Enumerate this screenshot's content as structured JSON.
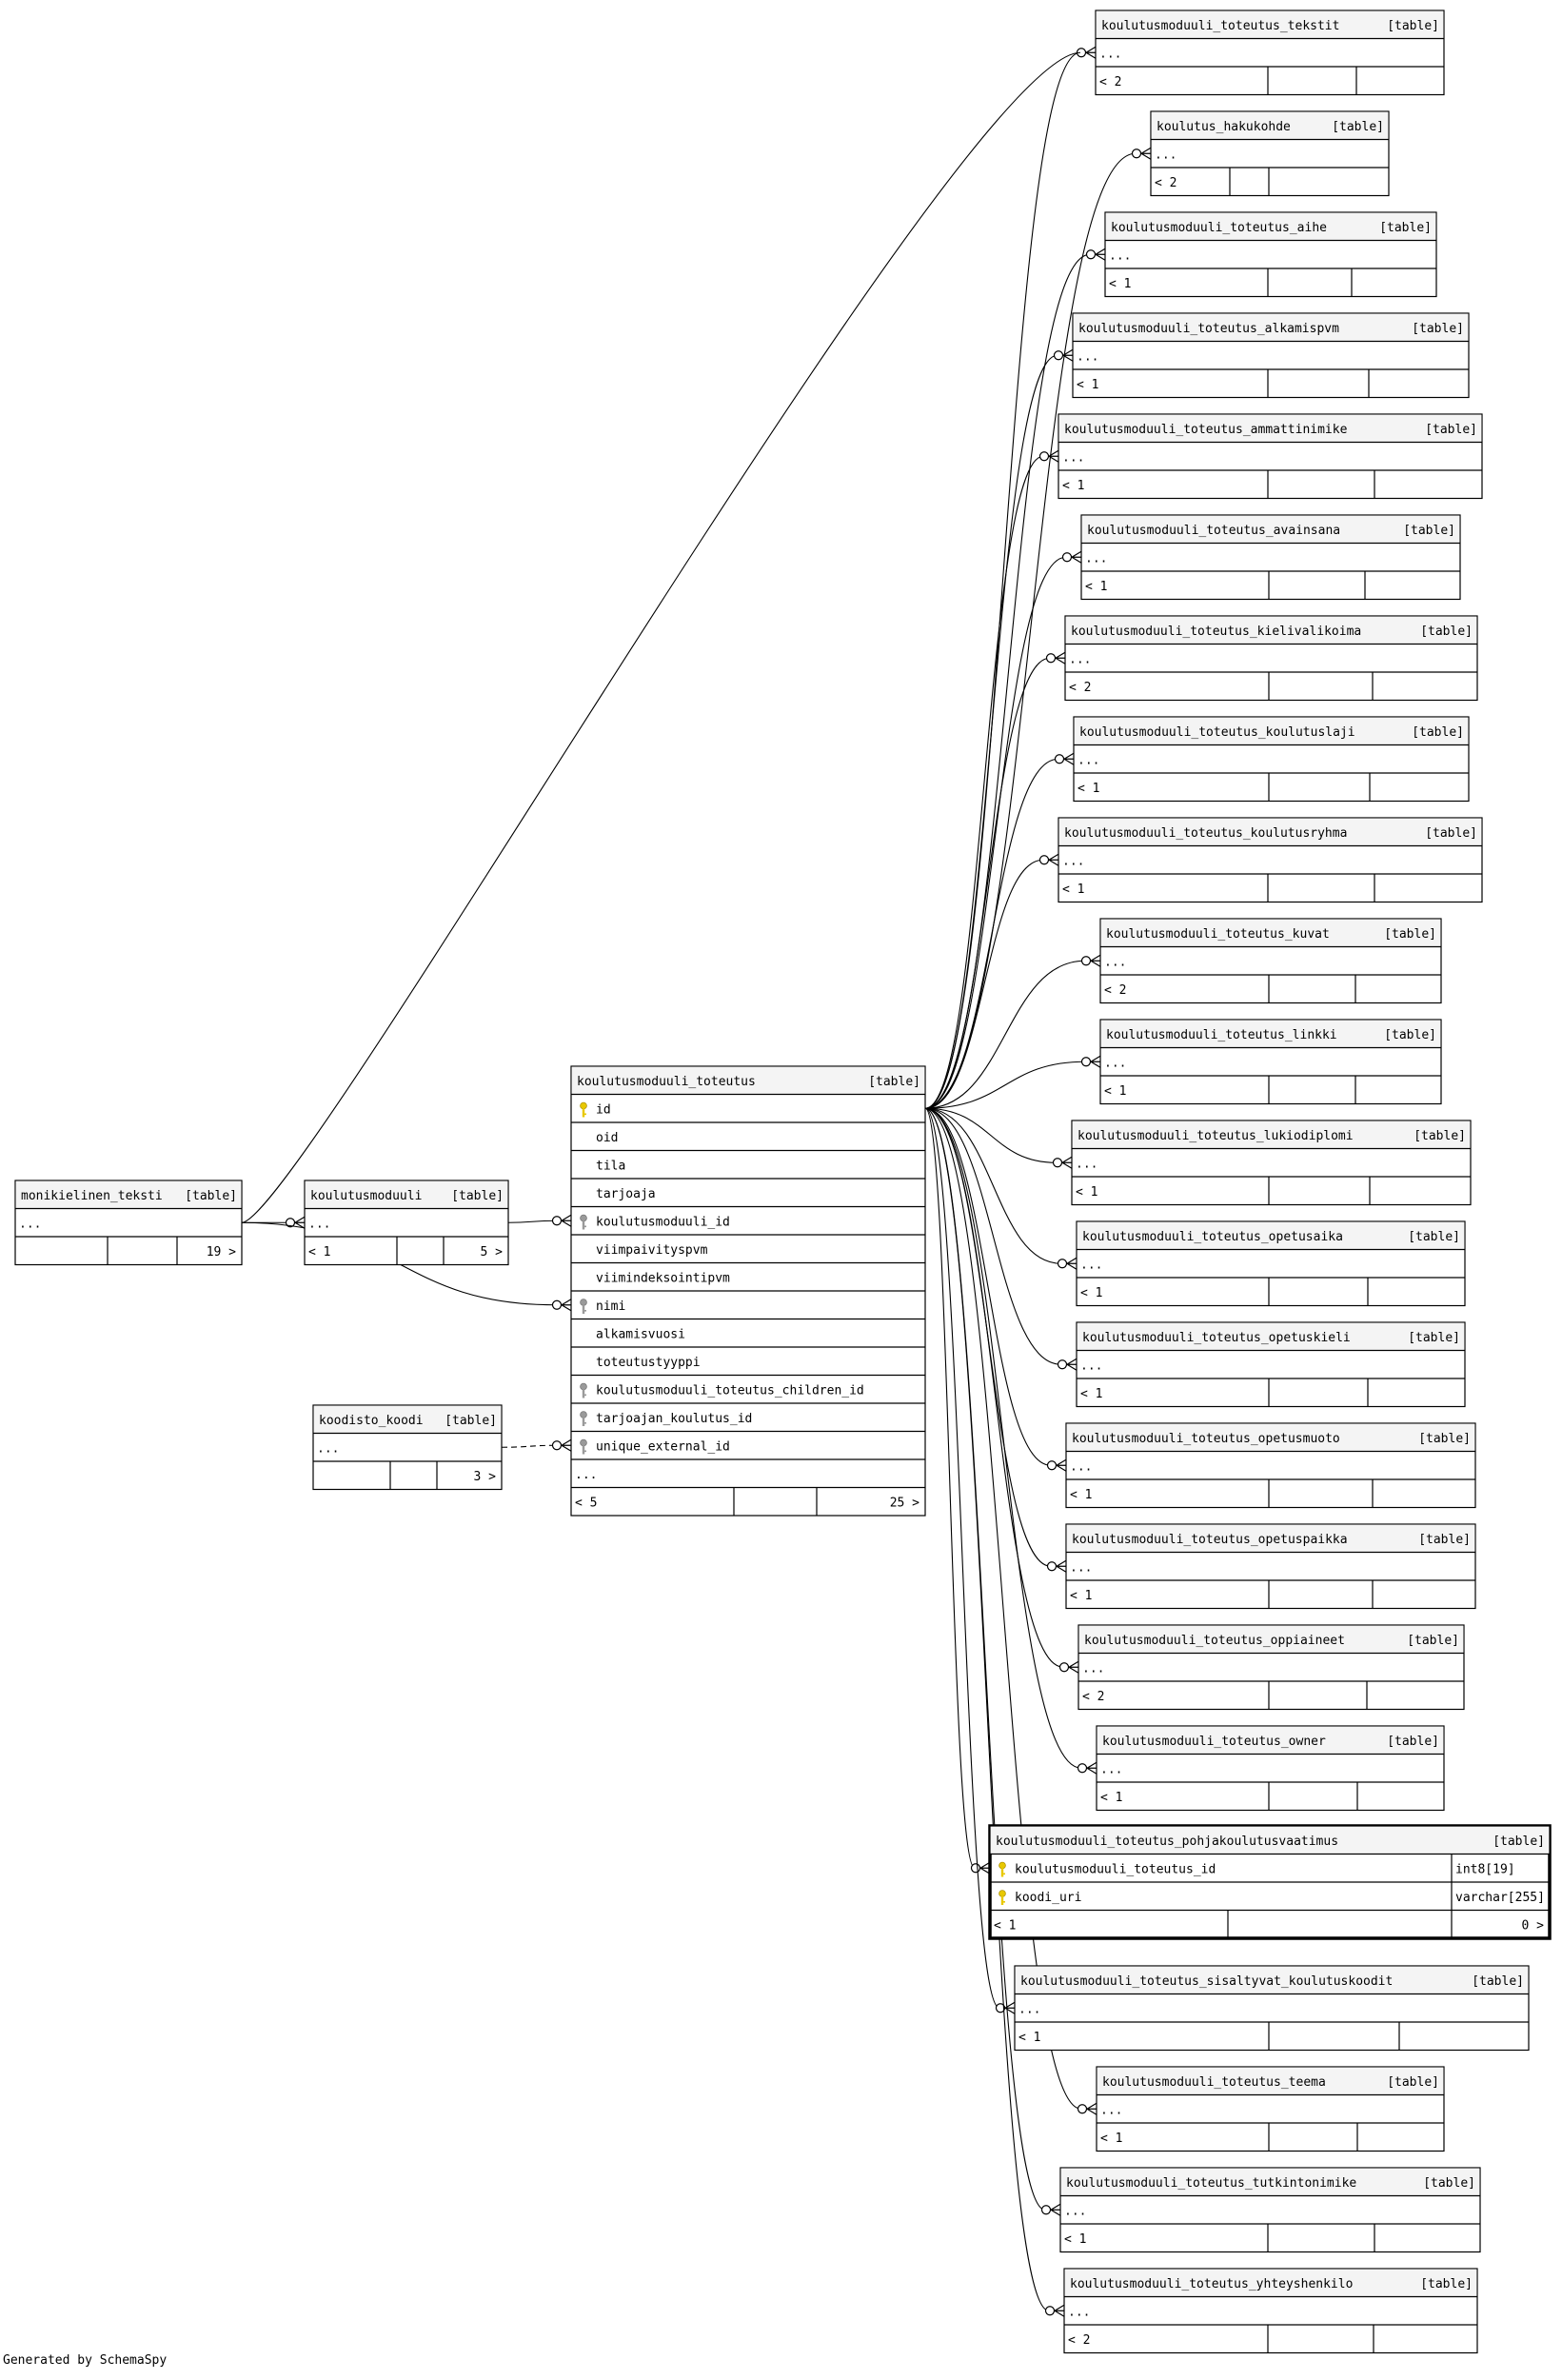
{
  "diagram": {
    "generated_by": "Generated by SchemaSpy",
    "tables": [
      {
        "id": "monikielinen_teksti",
        "name": "monikielinen_teksti",
        "kind": "[table]",
        "rows": [
          "..."
        ],
        "footer_left": "",
        "footer_right": "19 >"
      },
      {
        "id": "koulutusmoduuli",
        "name": "koulutusmoduuli",
        "kind": "[table]",
        "rows": [
          "..."
        ],
        "footer_left": "< 1",
        "footer_right": "5 >"
      },
      {
        "id": "koodisto_koodi",
        "name": "koodisto_koodi",
        "kind": "[table]",
        "rows": [
          "..."
        ],
        "footer_left": "",
        "footer_right": "3 >"
      },
      {
        "id": "koulutusmoduuli_toteutus",
        "name": "koulutusmoduuli_toteutus",
        "kind": "[table]",
        "columns": [
          {
            "name": "id",
            "key": "pk"
          },
          {
            "name": "oid",
            "key": ""
          },
          {
            "name": "tila",
            "key": ""
          },
          {
            "name": "tarjoaja",
            "key": ""
          },
          {
            "name": "koulutusmoduuli_id",
            "key": "fk"
          },
          {
            "name": "viimpaivityspvm",
            "key": ""
          },
          {
            "name": "viimindeksointipvm",
            "key": ""
          },
          {
            "name": "nimi",
            "key": "fk"
          },
          {
            "name": "alkamisvuosi",
            "key": ""
          },
          {
            "name": "toteutustyyppi",
            "key": ""
          },
          {
            "name": "koulutusmoduuli_toteutus_children_id",
            "key": "fk"
          },
          {
            "name": "tarjoajan_koulutus_id",
            "key": "fk"
          },
          {
            "name": "unique_external_id",
            "key": "fk"
          }
        ],
        "rows": [
          "..."
        ],
        "footer_left": "< 5",
        "footer_right": "25 >"
      },
      {
        "id": "t_tekstit",
        "name": "koulutusmoduuli_toteutus_tekstit",
        "kind": "[table]",
        "rows": [
          "..."
        ],
        "footer_left": "< 2",
        "footer_right": ""
      },
      {
        "id": "t_hakukohde",
        "name": "koulutus_hakukohde",
        "kind": "[table]",
        "rows": [
          "..."
        ],
        "footer_left": "< 2",
        "footer_right": ""
      },
      {
        "id": "t_aihe",
        "name": "koulutusmoduuli_toteutus_aihe",
        "kind": "[table]",
        "rows": [
          "..."
        ],
        "footer_left": "< 1",
        "footer_right": ""
      },
      {
        "id": "t_alkamispvm",
        "name": "koulutusmoduuli_toteutus_alkamispvm",
        "kind": "[table]",
        "rows": [
          "..."
        ],
        "footer_left": "< 1",
        "footer_right": ""
      },
      {
        "id": "t_ammattinimike",
        "name": "koulutusmoduuli_toteutus_ammattinimike",
        "kind": "[table]",
        "rows": [
          "..."
        ],
        "footer_left": "< 1",
        "footer_right": ""
      },
      {
        "id": "t_avainsana",
        "name": "koulutusmoduuli_toteutus_avainsana",
        "kind": "[table]",
        "rows": [
          "..."
        ],
        "footer_left": "< 1",
        "footer_right": ""
      },
      {
        "id": "t_kielivalikoima",
        "name": "koulutusmoduuli_toteutus_kielivalikoima",
        "kind": "[table]",
        "rows": [
          "..."
        ],
        "footer_left": "< 2",
        "footer_right": ""
      },
      {
        "id": "t_koulutuslaji",
        "name": "koulutusmoduuli_toteutus_koulutuslaji",
        "kind": "[table]",
        "rows": [
          "..."
        ],
        "footer_left": "< 1",
        "footer_right": ""
      },
      {
        "id": "t_koulutusryhma",
        "name": "koulutusmoduuli_toteutus_koulutusryhma",
        "kind": "[table]",
        "rows": [
          "..."
        ],
        "footer_left": "< 1",
        "footer_right": ""
      },
      {
        "id": "t_kuvat",
        "name": "koulutusmoduuli_toteutus_kuvat",
        "kind": "[table]",
        "rows": [
          "..."
        ],
        "footer_left": "< 2",
        "footer_right": ""
      },
      {
        "id": "t_linkki",
        "name": "koulutusmoduuli_toteutus_linkki",
        "kind": "[table]",
        "rows": [
          "..."
        ],
        "footer_left": "< 1",
        "footer_right": ""
      },
      {
        "id": "t_lukiodiplomi",
        "name": "koulutusmoduuli_toteutus_lukiodiplomi",
        "kind": "[table]",
        "rows": [
          "..."
        ],
        "footer_left": "< 1",
        "footer_right": ""
      },
      {
        "id": "t_opetusaika",
        "name": "koulutusmoduuli_toteutus_opetusaika",
        "kind": "[table]",
        "rows": [
          "..."
        ],
        "footer_left": "< 1",
        "footer_right": ""
      },
      {
        "id": "t_opetuskieli",
        "name": "koulutusmoduuli_toteutus_opetuskieli",
        "kind": "[table]",
        "rows": [
          "..."
        ],
        "footer_left": "< 1",
        "footer_right": ""
      },
      {
        "id": "t_opetusmuoto",
        "name": "koulutusmoduuli_toteutus_opetusmuoto",
        "kind": "[table]",
        "rows": [
          "..."
        ],
        "footer_left": "< 1",
        "footer_right": ""
      },
      {
        "id": "t_opetuspaikka",
        "name": "koulutusmoduuli_toteutus_opetuspaikka",
        "kind": "[table]",
        "rows": [
          "..."
        ],
        "footer_left": "< 1",
        "footer_right": ""
      },
      {
        "id": "t_oppiaineet",
        "name": "koulutusmoduuli_toteutus_oppiaineet",
        "kind": "[table]",
        "rows": [
          "..."
        ],
        "footer_left": "< 2",
        "footer_right": ""
      },
      {
        "id": "t_owner",
        "name": "koulutusmoduuli_toteutus_owner",
        "kind": "[table]",
        "rows": [
          "..."
        ],
        "footer_left": "< 1",
        "footer_right": ""
      },
      {
        "id": "t_pohjakoulutusvaatimus",
        "name": "koulutusmoduuli_toteutus_pohjakoulutusvaatimus",
        "kind": "[table]",
        "focus": true,
        "columns": [
          {
            "name": "koulutusmoduuli_toteutus_id",
            "key": "pk",
            "type": "int8[19]"
          },
          {
            "name": "koodi_uri",
            "key": "pk",
            "type": "varchar[255]"
          }
        ],
        "rows": [],
        "footer_left": "< 1",
        "footer_right": "0 >"
      },
      {
        "id": "t_sisaltyvat",
        "name": "koulutusmoduuli_toteutus_sisaltyvat_koulutuskoodit",
        "kind": "[table]",
        "rows": [
          "..."
        ],
        "footer_left": "< 1",
        "footer_right": ""
      },
      {
        "id": "t_teema",
        "name": "koulutusmoduuli_toteutus_teema",
        "kind": "[table]",
        "rows": [
          "..."
        ],
        "footer_left": "< 1",
        "footer_right": ""
      },
      {
        "id": "t_tutkintonimike",
        "name": "koulutusmoduuli_toteutus_tutkintonimike",
        "kind": "[table]",
        "rows": [
          "..."
        ],
        "footer_left": "< 1",
        "footer_right": ""
      },
      {
        "id": "t_yhteyshenkilo",
        "name": "koulutusmoduuli_toteutus_yhteyshenkilo",
        "kind": "[table]",
        "rows": [
          "..."
        ],
        "footer_left": "< 2",
        "footer_right": ""
      }
    ]
  }
}
